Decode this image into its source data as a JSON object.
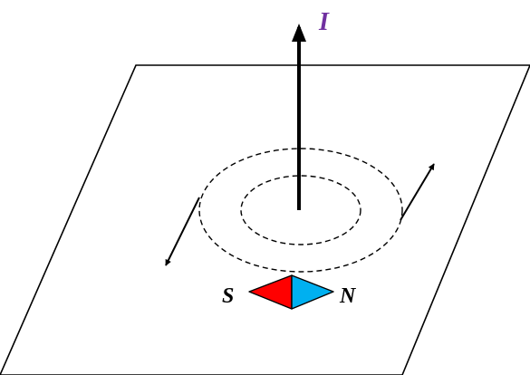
{
  "labels": {
    "current": "I",
    "south_pole": "S",
    "north_pole": "N"
  },
  "colors": {
    "current_label": "#7030a0",
    "south_half": "#ff0000",
    "north_half": "#00b0f0",
    "lines": "#000000"
  }
}
